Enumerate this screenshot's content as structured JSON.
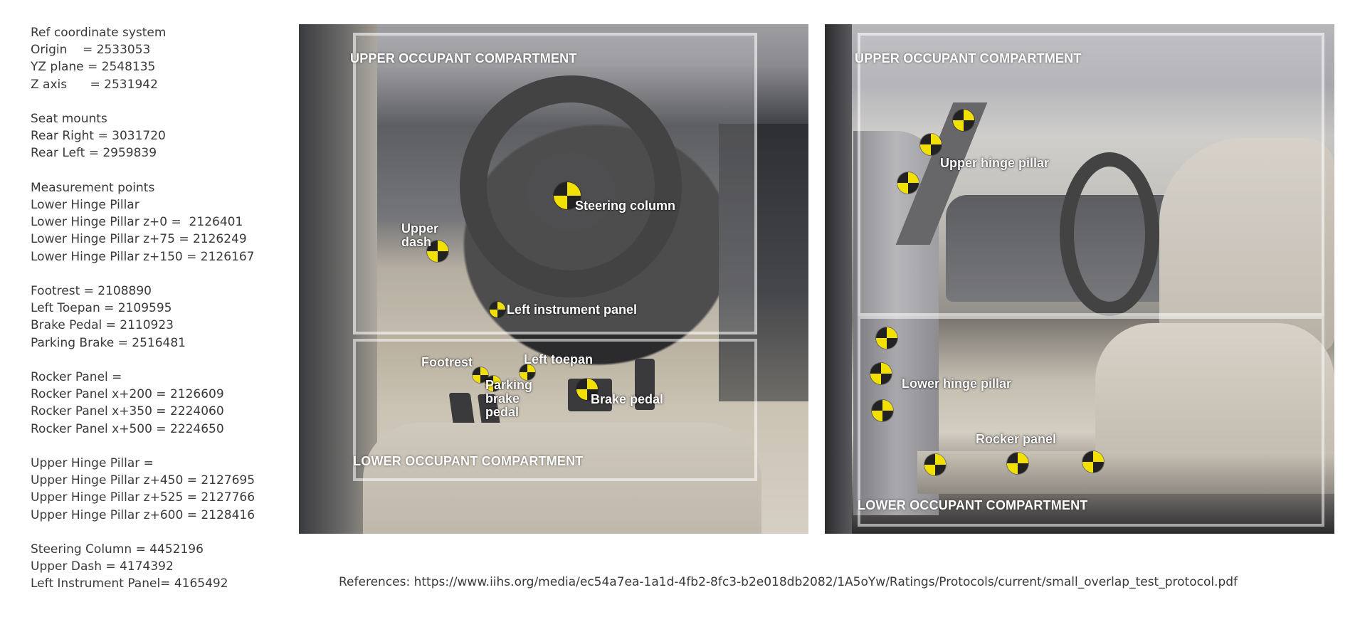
{
  "notes": [
    [
      "Ref coordinate system",
      "Origin    = 2533053",
      "YZ plane = 2548135",
      "Z axis      = 2531942"
    ],
    [
      "Seat mounts",
      "Rear Right = 3031720",
      "Rear Left = 2959839"
    ],
    [
      "Measurement points",
      "Lower Hinge Pillar",
      "Lower Hinge Pillar z+0 =  2126401",
      "Lower Hinge Pillar z+75 = 2126249",
      "Lower Hinge Pillar z+150 = 2126167"
    ],
    [
      "Footrest = 2108890",
      "Left Toepan = 2109595",
      "Brake Pedal = 2110923",
      "Parking Brake = 2516481"
    ],
    [
      "Rocker Panel =",
      "Rocker Panel x+200 = 2126609",
      "Rocker Panel x+350 = 2224060",
      "Rocker Panel x+500 = 2224650"
    ],
    [
      "Upper Hinge Pillar =",
      "Upper Hinge Pillar z+450 = 2127695",
      "Upper Hinge Pillar z+525 = 2127766",
      "Upper Hinge Pillar z+600 = 2128416"
    ],
    [
      "Steering Column = 4452196",
      "Upper Dash = 4174392",
      "Left Instrument Panel= 4165492"
    ]
  ],
  "panel_a": {
    "upper_zone": "UPPER OCCUPANT COMPARTMENT",
    "lower_zone": "LOWER OCCUPANT COMPARTMENT",
    "labels": {
      "steering_column": "Steering column",
      "upper_dash": "Upper\ndash",
      "left_instrument_panel": "Left instrument panel",
      "footrest": "Footrest",
      "left_toepan": "Left toepan",
      "parking_brake_pedal": "Parking\nbrake\npedal",
      "brake_pedal": "Brake pedal"
    }
  },
  "panel_b": {
    "upper_zone": "UPPER OCCUPANT COMPARTMENT",
    "lower_zone": "LOWER OCCUPANT COMPARTMENT",
    "labels": {
      "upper_hinge_pillar": "Upper hinge pillar",
      "lower_hinge_pillar": "Lower hinge pillar",
      "rocker_panel": "Rocker panel"
    }
  },
  "references": "References: https://www.iihs.org/media/ec54a7ea-1a1d-4fb2-8fc3-b2e018db2082/1A5oYw/Ratings/Protocols/current/small_overlap_test_protocol.pdf",
  "colors": {
    "target_yellow": "#f2e000",
    "target_black": "#222222",
    "text_gray": "#3a3a3a"
  },
  "icons": {
    "target": "crash-test-target-icon"
  }
}
